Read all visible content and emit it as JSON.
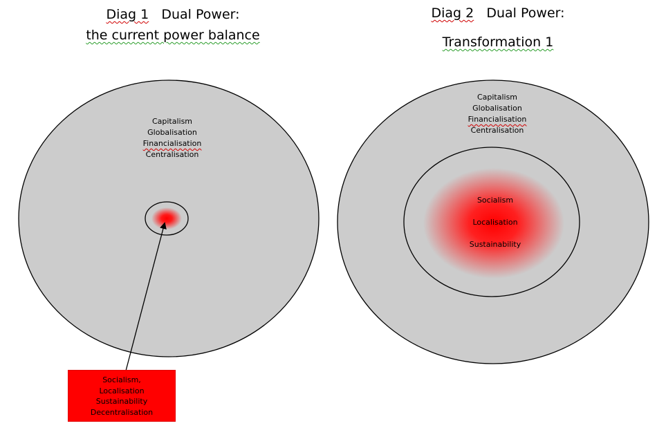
{
  "diag1": {
    "title_a": "Diag 1",
    "title_b": "Dual Power:",
    "title_c": "the current power balance",
    "outer_labels": [
      "Capitalism",
      "Globalisation",
      "Financialisation",
      "Centralisation"
    ],
    "box_labels": [
      "Socialism,",
      "Localisation",
      "Sustainability",
      "Decentralisation"
    ]
  },
  "diag2": {
    "title_a": "Diag 2",
    "title_b": "Dual Power:",
    "title_c": "Transformation  1",
    "outer_labels": [
      "Capitalism",
      "Globalisation",
      "Financialisation",
      "Centralisation"
    ],
    "inner_labels": [
      "Socialism",
      "Localisation",
      "Sustainability"
    ]
  },
  "colors": {
    "ellipse_fill": "#cccccc",
    "accent_red": "#ff0000"
  }
}
